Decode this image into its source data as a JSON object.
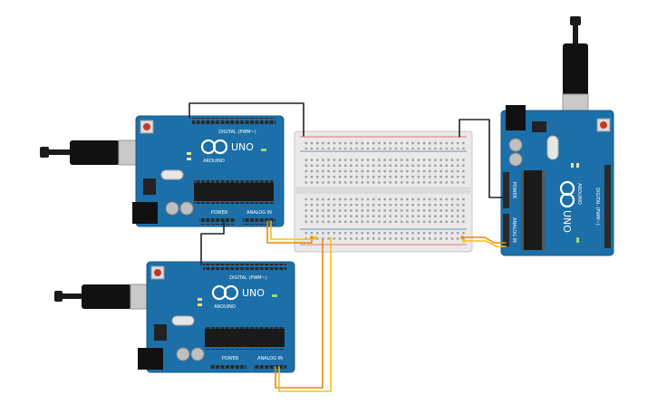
{
  "boards": [
    {
      "id": "board-1",
      "logo": "UNO",
      "brand": "ARDUINO",
      "digital_label": "DIGITAL (PWM~)",
      "analog_label": "ANALOG IN",
      "power_label": "POWER"
    },
    {
      "id": "board-2",
      "logo": "UNO",
      "brand": "ARDUINO",
      "digital_label": "DIGITAL (PWM~)",
      "analog_label": "ANALOG IN",
      "power_label": "POWER"
    },
    {
      "id": "board-3",
      "logo": "UNO",
      "brand": "ARDUINO",
      "digital_label": "DIGITAL (PWM~)",
      "analog_label": "ANALOG IN",
      "power_label": "POWER"
    }
  ],
  "colors": {
    "board": "#1c6fa8",
    "board_dark": "#135a8c",
    "breadboard": "#e8e8e8",
    "rail_red": "#d9534f",
    "rail_blue": "#4a6fa5",
    "wire_black": "#222222",
    "wire_orange": "#e8890c",
    "wire_yellow": "#f2c21b",
    "usb": "#1a1a1a"
  }
}
